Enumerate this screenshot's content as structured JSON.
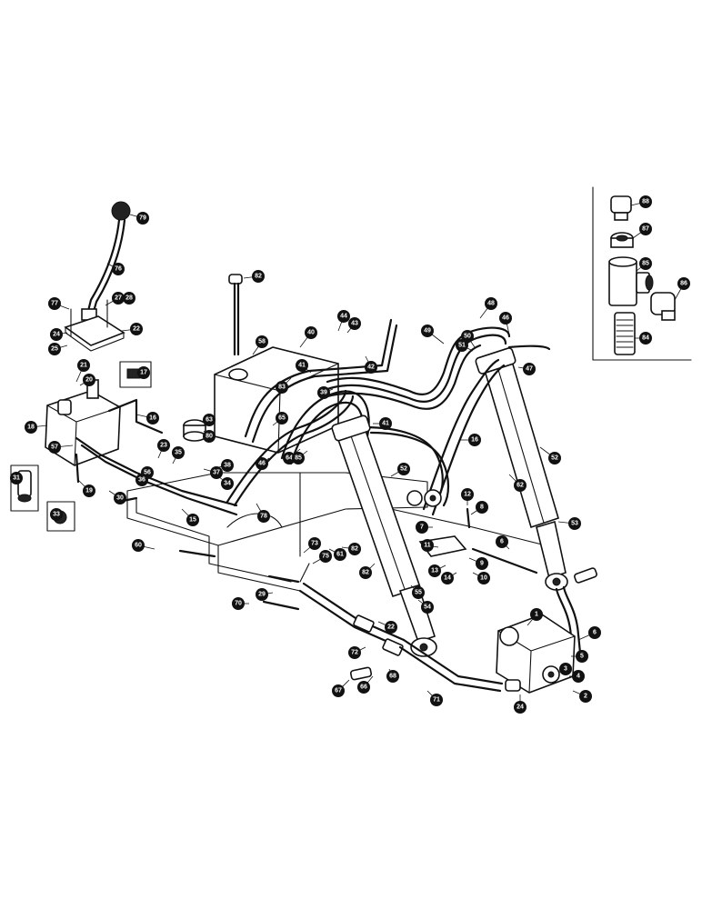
{
  "callouts": [
    {
      "id": "c79a",
      "text": "79"
    },
    {
      "id": "c76",
      "text": "76"
    },
    {
      "id": "c82a",
      "text": "82"
    },
    {
      "id": "c77",
      "text": "77"
    },
    {
      "id": "c27a",
      "text": "27"
    },
    {
      "id": "c28a",
      "text": "28"
    },
    {
      "id": "c22a",
      "text": "22"
    },
    {
      "id": "c24a",
      "text": "24"
    },
    {
      "id": "c25",
      "text": "25"
    },
    {
      "id": "c17",
      "text": "17"
    },
    {
      "id": "c21",
      "text": "21"
    },
    {
      "id": "c20",
      "text": "20"
    },
    {
      "id": "c18",
      "text": "18"
    },
    {
      "id": "c16a",
      "text": "16"
    },
    {
      "id": "c57",
      "text": "57"
    },
    {
      "id": "c31",
      "text": "31"
    },
    {
      "id": "c33",
      "text": "33"
    },
    {
      "id": "c19",
      "text": "19"
    },
    {
      "id": "c30",
      "text": "30"
    },
    {
      "id": "c56",
      "text": "56"
    },
    {
      "id": "c23",
      "text": "23"
    },
    {
      "id": "c35",
      "text": "35"
    },
    {
      "id": "c36",
      "text": "36"
    },
    {
      "id": "c37",
      "text": "37"
    },
    {
      "id": "c34",
      "text": "34"
    },
    {
      "id": "c38",
      "text": "38"
    },
    {
      "id": "c15",
      "text": "15"
    },
    {
      "id": "c80",
      "text": "80"
    },
    {
      "id": "c78",
      "text": "78"
    },
    {
      "id": "c63",
      "text": "63"
    },
    {
      "id": "c58",
      "text": "58"
    },
    {
      "id": "c40",
      "text": "40"
    },
    {
      "id": "c44",
      "text": "44"
    },
    {
      "id": "c43",
      "text": "43"
    },
    {
      "id": "c41a",
      "text": "41"
    },
    {
      "id": "c42",
      "text": "42"
    },
    {
      "id": "c39",
      "text": "39"
    },
    {
      "id": "c83",
      "text": "83"
    },
    {
      "id": "c65",
      "text": "65"
    },
    {
      "id": "c64",
      "text": "64"
    },
    {
      "id": "c85",
      "text": "85"
    },
    {
      "id": "c41b",
      "text": "41"
    },
    {
      "id": "c46a",
      "text": "46"
    },
    {
      "id": "c49",
      "text": "49"
    },
    {
      "id": "c48",
      "text": "48"
    },
    {
      "id": "c50",
      "text": "50"
    },
    {
      "id": "c51",
      "text": "51"
    },
    {
      "id": "c47",
      "text": "47"
    },
    {
      "id": "c46b",
      "text": "46"
    },
    {
      "id": "c16b",
      "text": "16"
    },
    {
      "id": "c52a",
      "text": "52"
    },
    {
      "id": "c52b",
      "text": "52"
    },
    {
      "id": "c53",
      "text": "53"
    },
    {
      "id": "c62",
      "text": "62"
    },
    {
      "id": "c12",
      "text": "12"
    },
    {
      "id": "c8",
      "text": "8"
    },
    {
      "id": "c7",
      "text": "7"
    },
    {
      "id": "c11",
      "text": "11"
    },
    {
      "id": "c9",
      "text": "9"
    },
    {
      "id": "c13",
      "text": "13"
    },
    {
      "id": "c14",
      "text": "14"
    },
    {
      "id": "c10",
      "text": "10"
    },
    {
      "id": "c6a",
      "text": "6"
    },
    {
      "id": "c73",
      "text": "73"
    },
    {
      "id": "c75",
      "text": "75"
    },
    {
      "id": "c61",
      "text": "61"
    },
    {
      "id": "c82b",
      "text": "82"
    },
    {
      "id": "c55",
      "text": "55"
    },
    {
      "id": "c54",
      "text": "54"
    },
    {
      "id": "c82c",
      "text": "82"
    },
    {
      "id": "c29",
      "text": "29"
    },
    {
      "id": "c70",
      "text": "70"
    },
    {
      "id": "c22b",
      "text": "22"
    },
    {
      "id": "c72",
      "text": "72"
    },
    {
      "id": "c66",
      "text": "66"
    },
    {
      "id": "c67",
      "text": "67"
    },
    {
      "id": "c68",
      "text": "68"
    },
    {
      "id": "c71",
      "text": "71"
    },
    {
      "id": "c1",
      "text": "1"
    },
    {
      "id": "c6b",
      "text": "6"
    },
    {
      "id": "c5",
      "text": "5"
    },
    {
      "id": "c3",
      "text": "3"
    },
    {
      "id": "c4",
      "text": "4"
    },
    {
      "id": "c2",
      "text": "2"
    },
    {
      "id": "c24b",
      "text": "24"
    },
    {
      "id": "c88",
      "text": "88"
    },
    {
      "id": "c87",
      "text": "87"
    },
    {
      "id": "c85b",
      "text": "85"
    },
    {
      "id": "c86",
      "text": "86"
    },
    {
      "id": "c84",
      "text": "84"
    },
    {
      "id": "c60",
      "text": "60"
    }
  ]
}
